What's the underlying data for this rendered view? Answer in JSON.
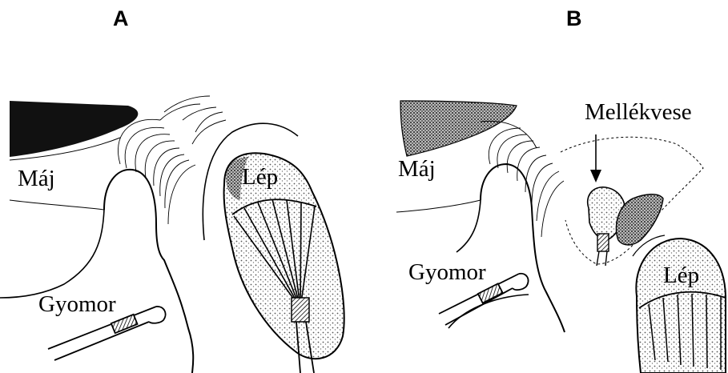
{
  "panels": [
    {
      "letter": "A",
      "labels": {
        "liver": "Máj",
        "spleen": "Lép",
        "stomach": "Gyomor"
      }
    },
    {
      "letter": "B",
      "labels": {
        "liver": "Máj",
        "adrenal": "Mellékvese",
        "stomach": "Gyomor",
        "spleen": "Lép"
      }
    }
  ]
}
